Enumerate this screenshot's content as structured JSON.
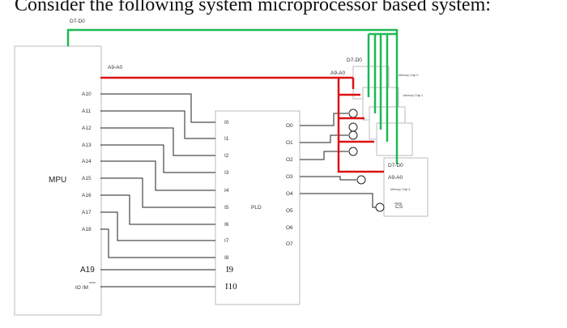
{
  "heading": "Consider the following system microprocessor based system:",
  "bus_labels": {
    "data_top": "D7-D0",
    "addr_mpu": "A9-A0",
    "data_mem": "D7-D0",
    "addr_mem": "A9-A0"
  },
  "mpu": {
    "name": "MPU",
    "pins": [
      "A10",
      "A11",
      "A12",
      "A13",
      "A14",
      "A15",
      "A16",
      "A17",
      "A18"
    ],
    "pin_a19": "A19",
    "pin_iom": "IO /M"
  },
  "pld": {
    "name": "PLD",
    "inputs": [
      "I0",
      "I1",
      "I2",
      "I3",
      "I4",
      "I5",
      "I6",
      "I7",
      "I8"
    ],
    "input_i9": "I9",
    "input_i10": "I10",
    "outputs": [
      "O0",
      "O1",
      "O2",
      "O3",
      "O4",
      "O5",
      "O6",
      "O7"
    ]
  },
  "memory": {
    "chip0": "Memory Chip 0",
    "chip1": "Memory Chip 1",
    "chip4": "Memory Chip 4",
    "pin_data": "D7-D0",
    "pin_addr": "A9-A0",
    "pin_cs": "CS"
  },
  "colors": {
    "data_bus": "#1db954",
    "address_bus": "#dd1111",
    "wire": "#222222",
    "box": "#bbbbbb"
  }
}
